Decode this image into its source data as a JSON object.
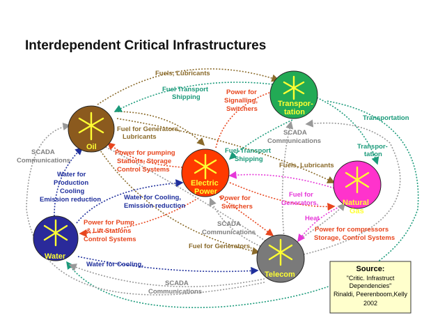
{
  "title": "Interdependent Critical Infrastructures",
  "colors": {
    "oil": "#8b5a1e",
    "electric": "#ff3a00",
    "transport": "#22aa55",
    "gas": "#ff33cc",
    "water": "#2a2a9a",
    "telecom": "#7a7a7a",
    "star": "#ffff33",
    "brown_flow": "#8a6a2a",
    "teal_flow": "#1a9a7a",
    "red_flow": "#e8461e",
    "blue_flow": "#1f2f9c",
    "grey_flow": "#999999",
    "magenta_flow": "#e637d8",
    "source_box": "#ffffcc"
  },
  "nodes": {
    "oil": "Oil",
    "electric_1": "Electric",
    "electric_2": "Power",
    "transport_1": "Transpor-",
    "transport_2": "tation",
    "gas_1": "Natural",
    "gas_2": "Gas",
    "water": "Water",
    "telecom": "Telecom"
  },
  "labels": {
    "fuels_lubricants_top": "Fuels, Lubricants",
    "fuel_transport_1": "Fuel Transport",
    "fuel_transport_2": "Shipping",
    "power_signal_1": "Power for",
    "power_signal_2": "Signalling,",
    "power_signal_3": "Switchers",
    "transportation": "Transportation",
    "scada_tr_1": "SCADA",
    "scada_tr_2": "Communications",
    "fuel_gen_1": "Fuel for Generators,",
    "fuel_gen_2": "Lubricants",
    "scada_left_1": "SCADA",
    "scada_left_2": "Communications",
    "transpo_1": "Transpor-",
    "transpo_2": "tation",
    "power_pump_1": "Power for pumping",
    "power_pump_2": "Stations, Storage",
    "power_pump_3": "Control Systems",
    "fuel_transport_mid_1": "Fuel Transport",
    "fuel_transport_mid_2": "Shipping",
    "fuels_lub_mid": "Fuels, Lubricants",
    "water_prod_1": "Water for",
    "water_prod_2": "Production",
    "water_prod_3": "Cooling",
    "water_prod_4": "Emission reduction",
    "water_cool_em_1": "Water for Cooling,",
    "water_cool_em_2": "Emission reduction",
    "fuel_gen_gas_1": "Fuel for",
    "fuel_gen_gas_2": "Generators,",
    "heat": "Heat",
    "power_switchers_1": "Power for",
    "power_switchers_2": "Switchers",
    "power_pump_lift_1": "Power for Pump",
    "power_pump_lift_2": "& Lift Stations",
    "power_pump_lift_3": "Control Systems",
    "scada_center_1": "SCADA",
    "scada_center_2": "Communications",
    "power_comp_1": "Power for compressors",
    "power_comp_2": "Storage, Control Systems",
    "fuel_gen_tel": "Fuel for Generators,",
    "water_cooling": "Water for Cooling,",
    "scada_bottom_1": "SCADA",
    "scada_bottom_2": "Communications"
  },
  "source": {
    "title": "Source:",
    "line1": "\"Critic. Infrastruct",
    "line2": "Dependencies\"",
    "line3": "Rinaldi, Peerenboom,Kelly",
    "line4": "2002"
  }
}
